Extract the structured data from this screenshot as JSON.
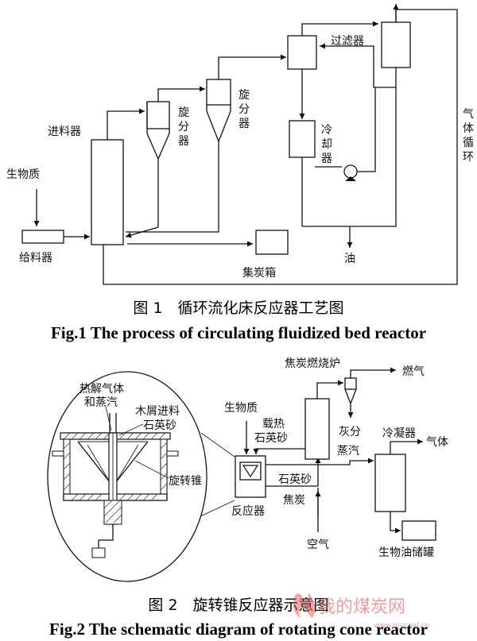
{
  "figure1": {
    "labels": {
      "feeder": "进料器",
      "biomass": "生物质",
      "feeding_device": "给料器",
      "cyclone1": "旋分器",
      "cyclone2": "旋分器",
      "filter": "过滤器",
      "cooler": "冷却器",
      "oil": "油",
      "char_box": "集炭箱",
      "gas_cycle": "气体循环"
    },
    "caption_cn": "图 1　循环流化床反应器工艺图",
    "caption_en": "Fig.1 The process of circulating fluidized bed reactor"
  },
  "figure2": {
    "labels": {
      "pyrolysis_gas": "热解气体",
      "and_vapor": "和蒸汽",
      "wood_feed": "木屑进料",
      "quartz_sand_top": "石英砂",
      "rotating_cone": "旋转锥",
      "biomass": "生物质",
      "heat_carrier": "载热",
      "heat_carrier_sand": "石英砂",
      "reactor": "反应器",
      "char_furnace": "焦炭燃烧炉",
      "flue_gas": "燃气",
      "ash": "灰分",
      "condenser": "冷凝器",
      "gas": "气体",
      "vapor": "蒸汽",
      "quartz_sand": "石英砂",
      "char": "焦炭",
      "air": "空气",
      "bio_oil_tank": "生物油储罐"
    },
    "caption_cn": "图 2　旋转锥反应器示意图",
    "caption_en": "Fig.2 The schematic diagram of rotating cone reactor"
  },
  "watermark": {
    "text": "我的煤炭网",
    "url": "www.mycoal.cn"
  }
}
